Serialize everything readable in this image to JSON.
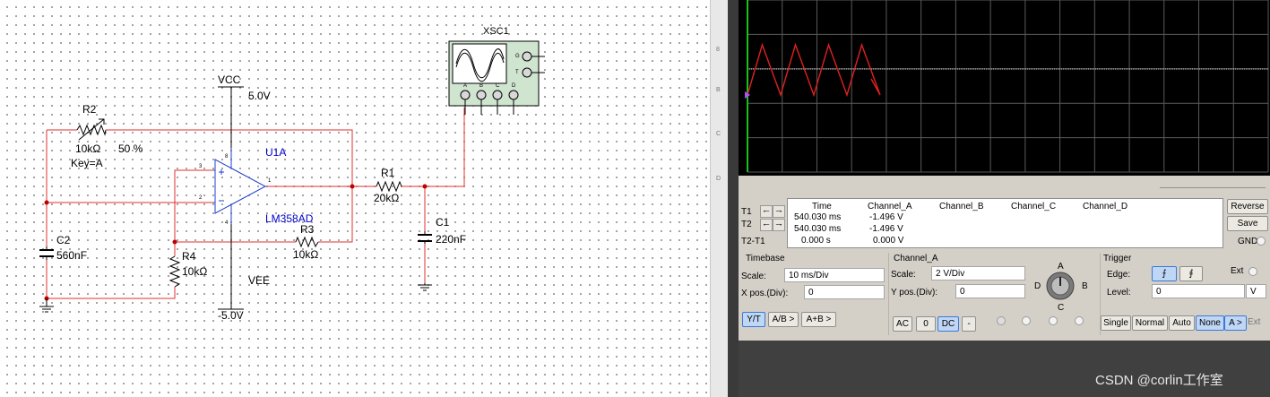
{
  "schematic": {
    "vcc": {
      "label": "VCC",
      "value": "5.0V"
    },
    "vee": {
      "label": "VEE",
      "value": "-5.0V"
    },
    "r2": {
      "name": "R2",
      "value": "10kΩ",
      "percent": "50 %",
      "key": "Key=A"
    },
    "u1": {
      "name": "U1A",
      "part": "LM358AD",
      "pin_plus": "3",
      "pin_minus": "2",
      "pin_out": "1",
      "pin_vcc": "8",
      "pin_vee": "4"
    },
    "r1": {
      "name": "R1",
      "value": "20kΩ"
    },
    "c1": {
      "name": "C1",
      "value": "220nF"
    },
    "c2": {
      "name": "C2",
      "value": "560nF"
    },
    "r3": {
      "name": "R3",
      "value": "10kΩ"
    },
    "r4": {
      "name": "R4",
      "value": "10kΩ"
    },
    "scope": {
      "name": "XSC1",
      "pins": [
        "A",
        "B",
        "C",
        "D"
      ],
      "side_pins": [
        "G",
        "T"
      ]
    }
  },
  "ruler": {
    "labels": [
      "8",
      "B",
      "C",
      "D"
    ]
  },
  "oscilloscope": {
    "waveform": {
      "type": "triangle",
      "color": "#e02020",
      "cycles": 4
    },
    "readout": {
      "row_labels": [
        "T1",
        "T2",
        "T2-T1"
      ],
      "headers": [
        "Time",
        "Channel_A",
        "Channel_B",
        "Channel_C",
        "Channel_D"
      ],
      "rows": [
        {
          "time": "540.030 ms",
          "a": "-1.496 V"
        },
        {
          "time": "540.030 ms",
          "a": "-1.496 V"
        },
        {
          "time": "0.000 s",
          "a": "0.000 V"
        }
      ]
    },
    "buttons": {
      "reverse": "Reverse",
      "save": "Save",
      "gnd": "GND"
    },
    "timebase": {
      "title": "Timebase",
      "scale_label": "Scale:",
      "scale": "10 ms/Div",
      "xpos_label": "X pos.(Div):",
      "xpos": "0",
      "modes": [
        "Y/T",
        "A/B >",
        "A+B >"
      ]
    },
    "channel_a": {
      "title": "Channel_A",
      "scale_label": "Scale:",
      "scale": "2  V/Div",
      "ypos_label": "Y pos.(Div):",
      "ypos": "0",
      "coupling": [
        "AC",
        "0",
        "DC",
        "-"
      ]
    },
    "knob": {
      "labels": [
        "A",
        "B",
        "C",
        "D"
      ]
    },
    "trigger": {
      "title": "Trigger",
      "edge_label": "Edge:",
      "ext_label": "Ext",
      "level_label": "Level:",
      "level": "0",
      "level_unit": "V",
      "modes": [
        "Single",
        "Normal",
        "Auto",
        "None",
        "A >",
        "Ext"
      ]
    }
  },
  "watermark": "CSDN @corlin工作室"
}
